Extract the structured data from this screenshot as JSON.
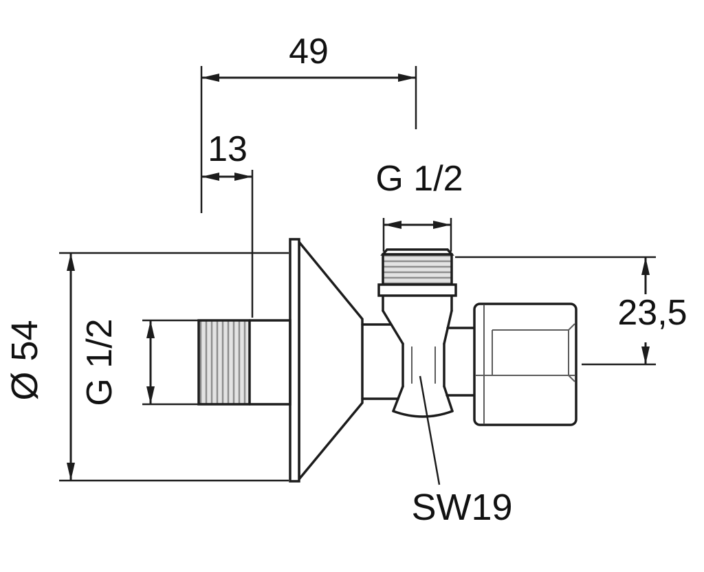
{
  "diagram": {
    "kind": "technical drawing",
    "subject": "angle valve side view with dimension annotations",
    "colors": {
      "line": "#1c1c1c",
      "background": "#ffffff",
      "thread_shading": "#e3e3e3"
    },
    "labels": {
      "dim_49": "49",
      "dim_13": "13",
      "thread_top": "G 1/2",
      "flange_diameter": "Ø 54",
      "thread_inlet": "G 1/2",
      "dim_23_5": "23,5",
      "wrench": "SW19"
    }
  }
}
